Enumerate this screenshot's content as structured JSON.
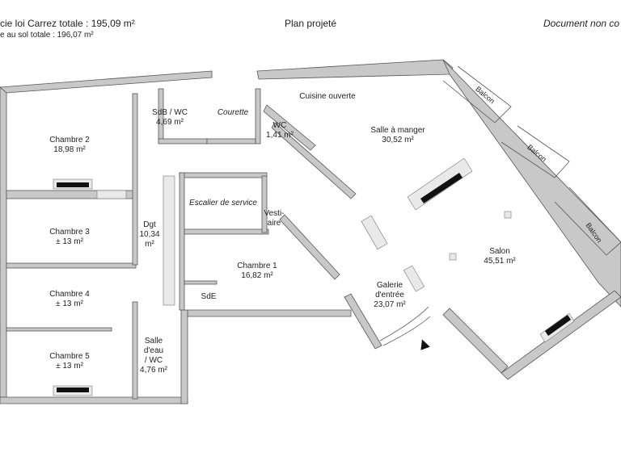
{
  "header": {
    "carrez_total": "cie loi Carrez totale : 195,09 m²",
    "sol_total": "e au sol totale : 196,07 m²",
    "title": "Plan projeté",
    "disclaimer": "Document non co"
  },
  "rooms": {
    "chambre2": {
      "name": "Chambre 2",
      "area": "18,98 m²"
    },
    "sdb_wc": {
      "name": "SdB / WC",
      "area": "4,69 m²"
    },
    "courette": {
      "name": "Courette"
    },
    "wc": {
      "name": "WC",
      "area": "1,41 m²"
    },
    "cuisine": {
      "name": "Cuisine ouverte"
    },
    "salle_manger": {
      "name": "Salle à manger",
      "area": "30,52 m²"
    },
    "escalier": {
      "name": "Escalier de service"
    },
    "vestiaire": {
      "line1": "Vesti-",
      "line2": "aire"
    },
    "chambre3": {
      "name": "Chambre 3",
      "area": "± 13 m²"
    },
    "dgt": {
      "name": "Dgt",
      "area1": "10,34",
      "area2": "m²"
    },
    "chambre1": {
      "name": "Chambre 1",
      "area": "16,82 m²"
    },
    "salon": {
      "name": "Salon",
      "area": "45,51 m²"
    },
    "sde": {
      "name": "SdE"
    },
    "chambre4": {
      "name": "Chambre 4",
      "area": "± 13 m²"
    },
    "galerie": {
      "line1": "Galerie",
      "line2": "d'entrée",
      "area": "23,07 m²"
    },
    "salle_eau": {
      "line1": "Salle",
      "line2": "d'eau",
      "line3": "/ WC",
      "area": "4,76 m²"
    },
    "chambre5": {
      "name": "Chambre 5",
      "area": "± 13 m²"
    }
  },
  "balcons": [
    "Balcon",
    "Balcon",
    "Balcon"
  ]
}
